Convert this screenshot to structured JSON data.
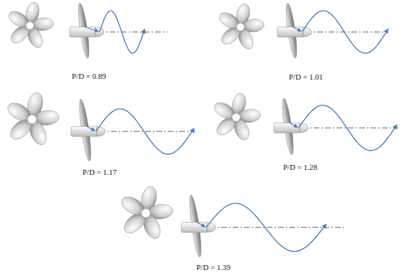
{
  "diagram": {
    "labels": [
      "P/D = 0.89",
      "P/D = 1.01",
      "P/D = 1.17",
      "P/D = 1.28",
      "P/D = 1.39"
    ]
  }
}
